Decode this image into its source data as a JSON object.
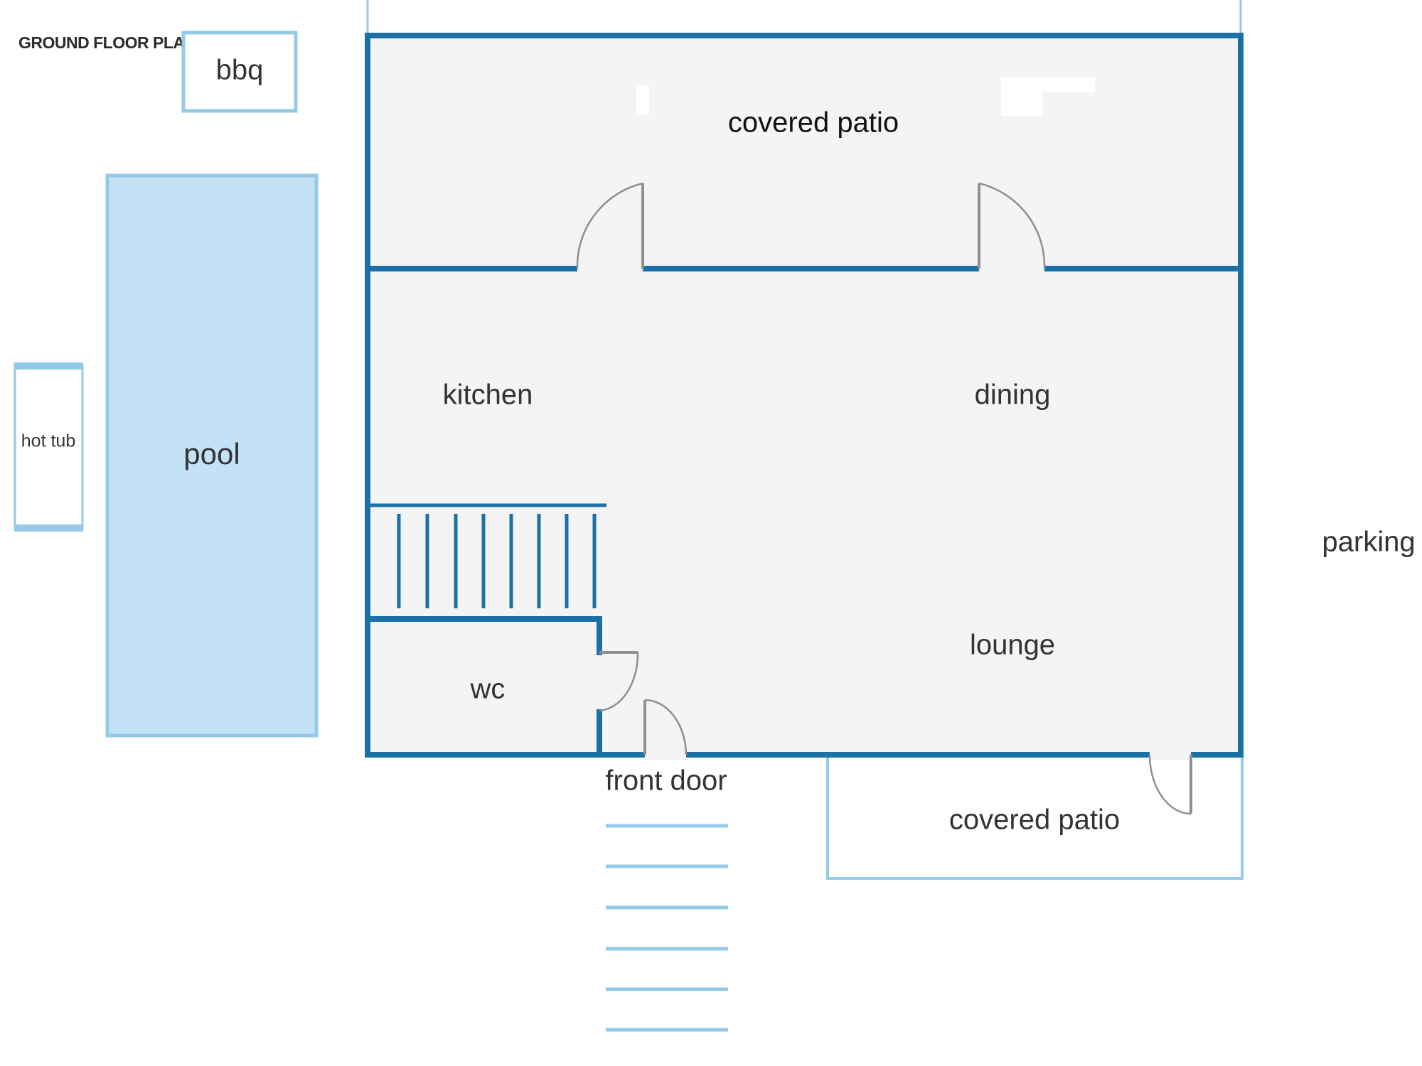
{
  "title": "GROUND FLOOR PLAN",
  "labels": {
    "bbq": "bbq",
    "hot_tub": "hot tub",
    "pool": "pool",
    "covered_patio_top": "covered patio",
    "kitchen": "kitchen",
    "dining": "dining",
    "lounge": "lounge",
    "wc": "wc",
    "front_door": "front door",
    "covered_patio_bottom": "covered patio",
    "parking": "parking"
  },
  "colors": {
    "wall": "#1b70a6",
    "light_outline": "#95c9ea",
    "pool_fill": "#c4e2f6",
    "floor_fill": "#f4f4f4",
    "door": "#8f8f8f"
  }
}
